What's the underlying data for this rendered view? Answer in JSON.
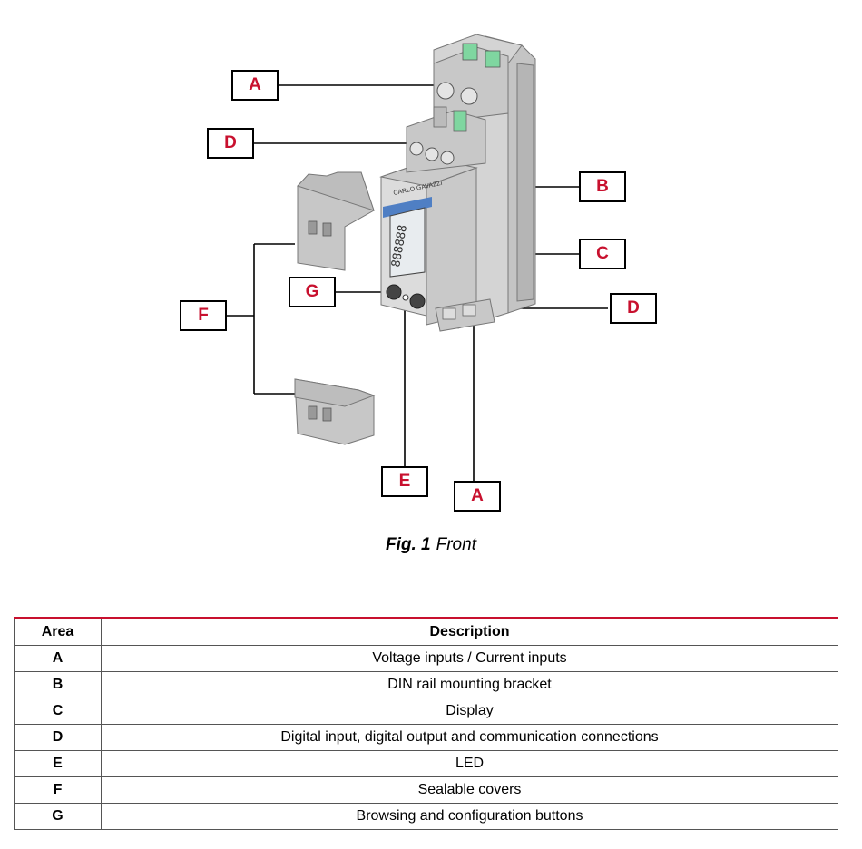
{
  "callouts": [
    {
      "id": "A",
      "label": "A"
    },
    {
      "id": "D",
      "label": "D"
    },
    {
      "id": "B",
      "label": "B"
    },
    {
      "id": "C",
      "label": "C"
    },
    {
      "id": "F",
      "label": "F"
    },
    {
      "id": "G",
      "label": "G"
    },
    {
      "id": "D2",
      "label": "D"
    },
    {
      "id": "E",
      "label": "E"
    },
    {
      "id": "A2",
      "label": "A"
    }
  ],
  "device": {
    "brand_text": "CARLO GAVAZZI",
    "display_digits": "888888"
  },
  "caption": {
    "label": "Fig. 1",
    "title": "Front"
  },
  "table": {
    "headers": [
      "Area",
      "Description"
    ],
    "rows": [
      {
        "area": "A",
        "description": "Voltage inputs / Current inputs"
      },
      {
        "area": "B",
        "description": "DIN rail mounting bracket"
      },
      {
        "area": "C",
        "description": "Display"
      },
      {
        "area": "D",
        "description": "Digital input, digital output and communication connections"
      },
      {
        "area": "E",
        "description": "LED"
      },
      {
        "area": "F",
        "description": "Sealable covers"
      },
      {
        "area": "G",
        "description": "Browsing and configuration buttons"
      }
    ]
  },
  "colors": {
    "callout_text": "#c8102e",
    "table_rule": "#c8102e",
    "device_body": "#cfcfcf",
    "display_band": "#4f7fc4",
    "terminal_green": "#7fd6a0"
  }
}
